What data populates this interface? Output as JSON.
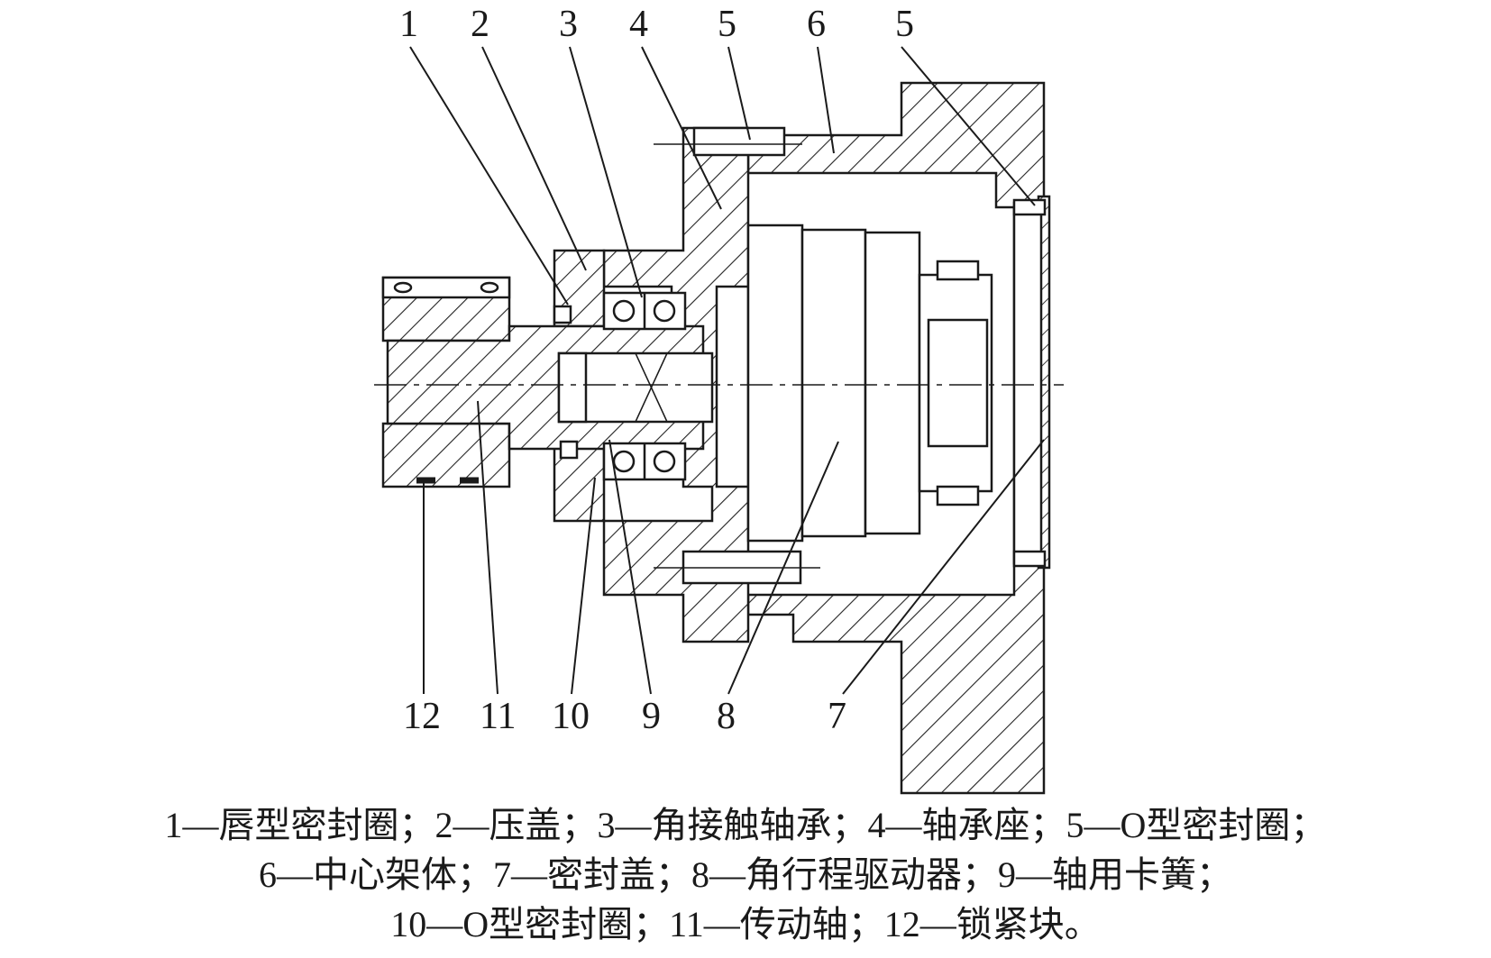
{
  "top_labels": [
    "1",
    "2",
    "3",
    "4",
    "5",
    "6",
    "5"
  ],
  "bottom_labels": [
    "12",
    "11",
    "10",
    "9",
    "8",
    "7"
  ],
  "caption": {
    "line1": "1—唇型密封圈；2—压盖；3—角接触轴承；4—轴承座；5—O型密封圈；",
    "line2": "6—中心架体；7—密封盖；8—角行程驱动器；9—轴用卡簧；",
    "line3": "10—O型密封圈；11—传动轴；12—锁紧块。"
  }
}
